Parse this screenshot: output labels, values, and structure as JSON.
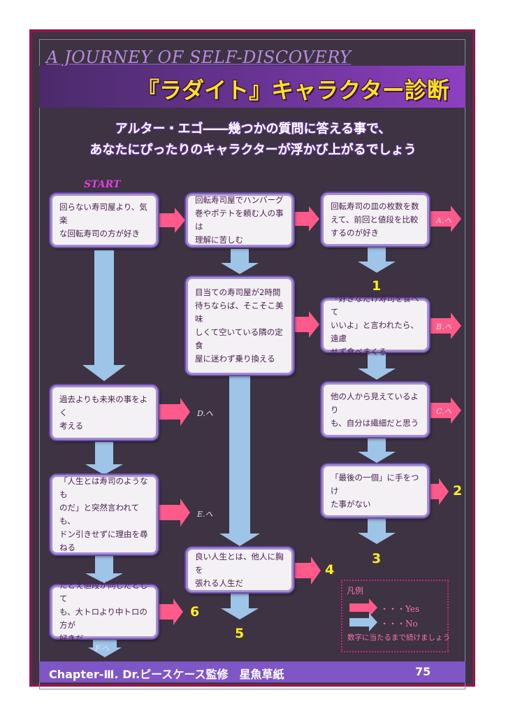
{
  "header": {
    "subtitle": "A JOURNEY OF SELF-DISCOVERY",
    "title": "『ラダイト』キャラクター診断"
  },
  "intro": {
    "line1": "アルター・エゴ――幾つかの質問に答える事で、",
    "line2": "あなたにぴったりのキャラクターが浮かび上がるでしょう"
  },
  "start_label": "START",
  "questions": {
    "q1": "回らない寿司屋より、気楽\nな回転寿司の方が好き",
    "q2": "回転寿司屋でハンバーグ\n巻やポテトを頼む人の事は\n理解に苦しむ",
    "q3": "回転寿司の皿の枚数を数\nえて、前回と値段を比較\nするのが好き",
    "q4": "目当ての寿司屋が2時間\n待ちならば、そこそこ美味\nしくて空いている隣の定食\n屋に迷わず乗り換える",
    "q5": "「好きなだけ寿司を食べて\nいいよ」と言われたら、遠慮\nせず食べまくる",
    "q6": "過去よりも未来の事をよく\n考える",
    "q7": "他の人から見えているより\nも、自分は繊細だと思う",
    "q8": "「人生とは寿司のようなも\nのだ」と突然言われても、\nドン引きせずに理由を尋\nねる",
    "q9": "「最後の一個」に手をつけ\nた事がない",
    "q10": "良い人生とは、他人に胸を\n張れる人生だ",
    "q11": "たとえ値段が同じだとして\nも、大トロより中トロの方が\n好きだ"
  },
  "outcomes": {
    "a": "A.へ",
    "b": "B.へ",
    "c": "C.へ",
    "d": "D.へ",
    "e": "E.へ",
    "f": "F.へ"
  },
  "numbers": {
    "n1": "1",
    "n2": "2",
    "n3": "3",
    "n4": "4",
    "n5": "5",
    "n6": "6"
  },
  "legend": {
    "title": "凡例",
    "yes": "・・・Yes",
    "no": "・・・No",
    "note": "数字に当たるまで続けましょう",
    "yes_color": "#ff5a8a",
    "no_color": "#9ec4e8"
  },
  "footer": {
    "text": "Chapter-Ⅲ. Dr.ピースケース監修　星魚草紙",
    "page": "75"
  }
}
